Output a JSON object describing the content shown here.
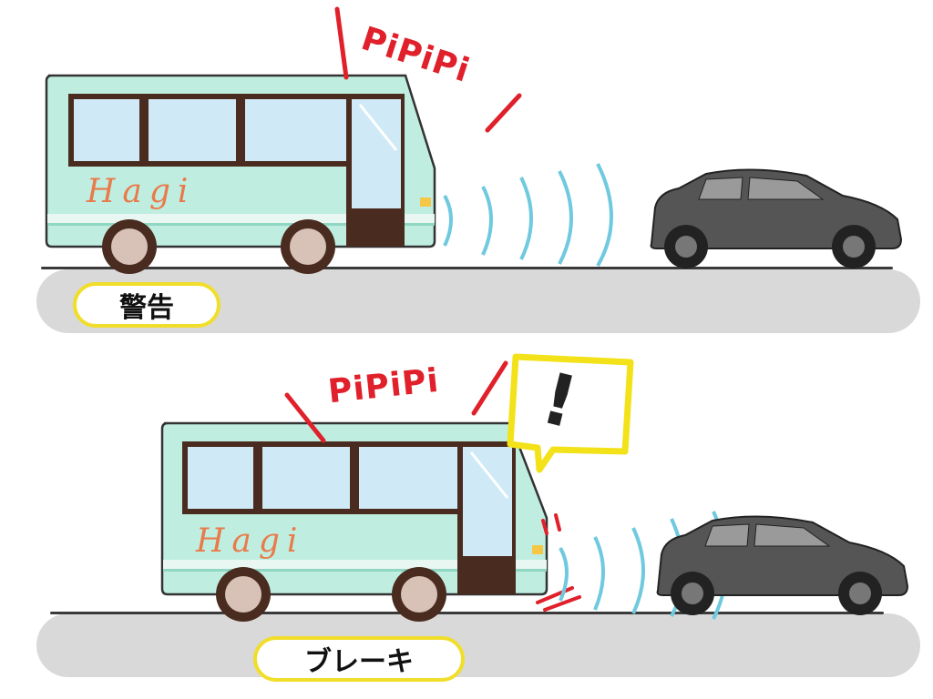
{
  "scenes": [
    {
      "label": "警告",
      "bus_brand": "Hagi",
      "sound": "PiPiPi"
    },
    {
      "label": "ブレーキ",
      "bus_brand": "Hagi",
      "sound": "PiPiPi",
      "alert_symbol": "!"
    }
  ],
  "colors": {
    "bus_body": "#bfeee0",
    "bus_stripe": "#e9f7f2",
    "window": "#cfeaf6",
    "frame": "#4a2b1f",
    "car": "#555555",
    "wave": "#6fc9df",
    "sfx": "#e0202a",
    "label_border": "#f1de2a",
    "alert": "#f3e21a"
  }
}
